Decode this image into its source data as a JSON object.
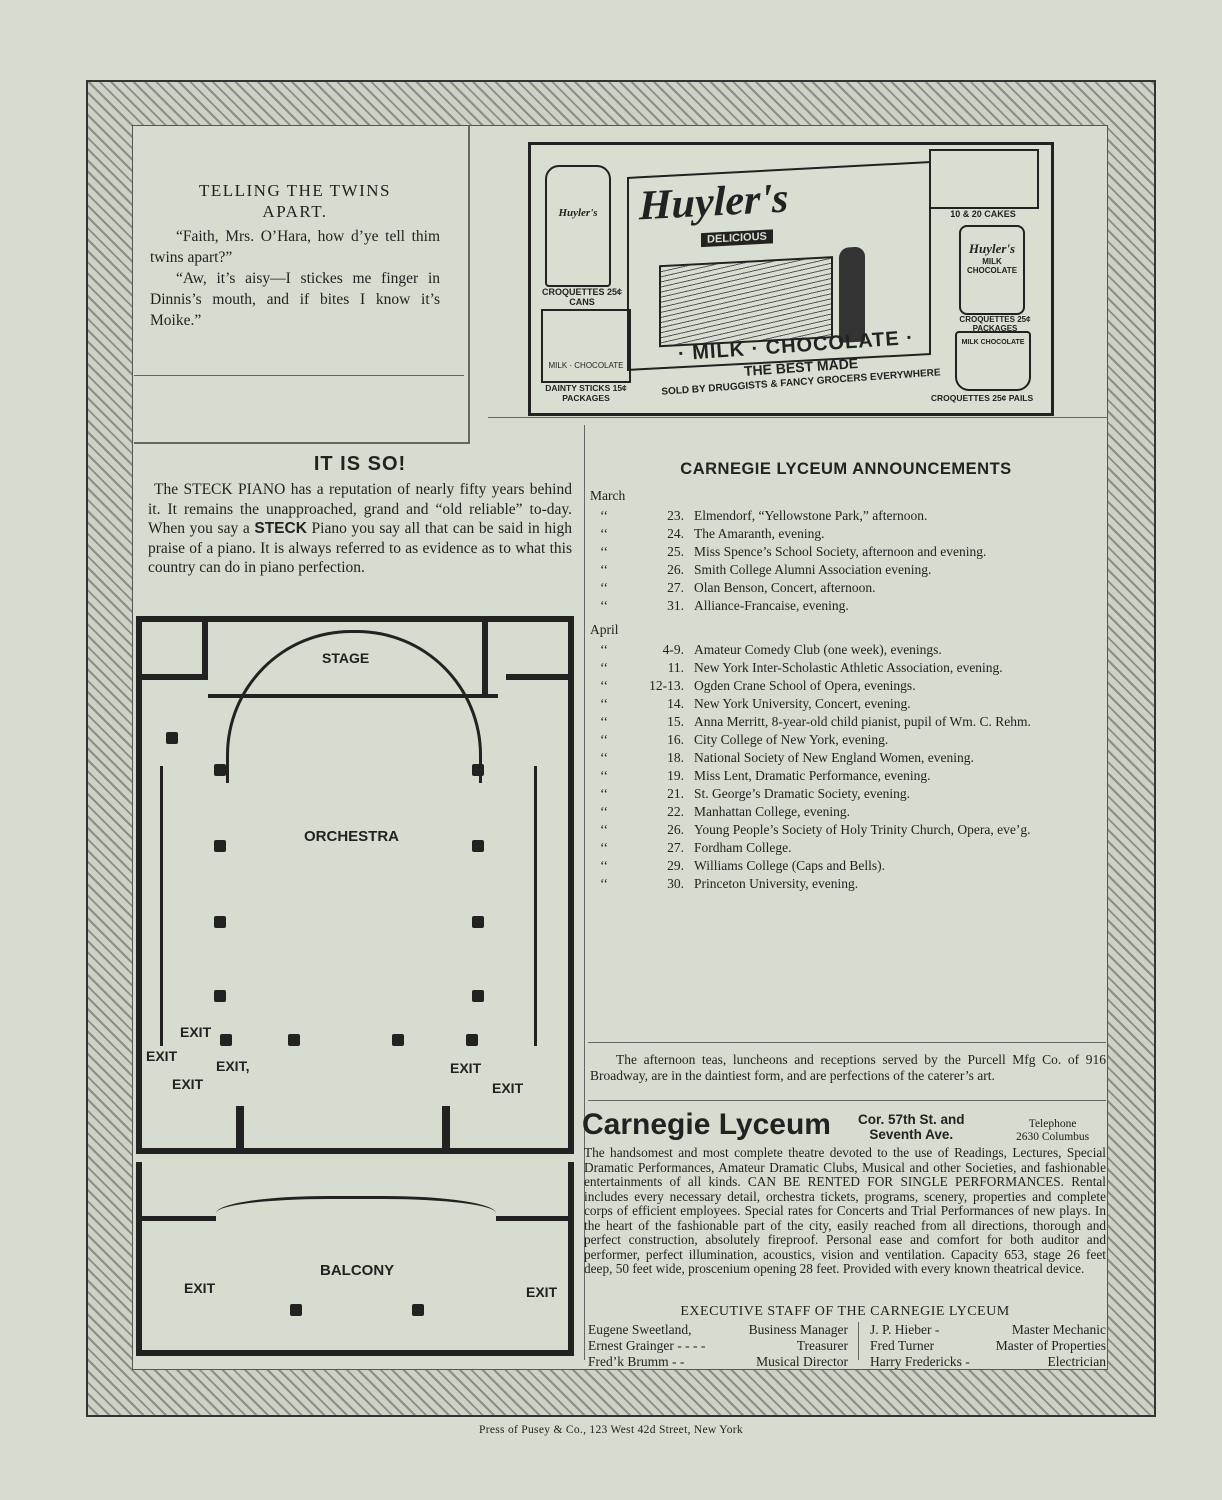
{
  "joke": {
    "title_line1": "TELLING THE TWINS",
    "title_line2": "APART.",
    "para1": "“Faith, Mrs. O’Hara, how d’ye tell thim twins apart?”",
    "para2": "“Aw, it’s aisy—I stickes me finger in Dinnis’s mouth, and if bites I know it’s Moike.”"
  },
  "ad": {
    "brand": "Huyler's",
    "delicious": "DELICIOUS",
    "headline": "· MILK · CHOCOLATE ·",
    "tagline": "THE BEST MADE",
    "sold_by": "SOLD BY DRUGGISTS & FANCY GROCERS EVERYWHERE",
    "can_caption": "CROQUETTES 25¢ CANS",
    "box_label": "MILK · CHOCOLATE",
    "box_caption": "DAINTY STICKS 15¢ PACKAGES",
    "cakes_caption": "10 & 20 CAKES",
    "pkg_brand": "Huyler's",
    "pkg_text": "MILK CHOCOLATE",
    "pkg_caption": "CROQUETTES 25¢ PACKAGES",
    "pail_label": "MILK CHOCOLATE",
    "pail_caption": "CROQUETTES 25¢ PAILS"
  },
  "steck": {
    "heading": "IT IS SO!",
    "body_a": "The STECK PIANO has a reputation of nearly fifty years behind it. It remains the unapproached, grand and “old reliable” to-day. When you say a ",
    "brand": "STECK",
    "body_b": " Piano you say all that can be said in high praise of a piano. It is always referred to as evidence as to what this country can do in piano perfection."
  },
  "plan": {
    "stage": "STAGE",
    "orchestra": "ORCHESTRA",
    "balcony": "BALCONY",
    "exit": "EXIT",
    "exit_alt": "EXIT,"
  },
  "announcements": {
    "title": "CARNEGIE LYCEUM ANNOUNCEMENTS",
    "march_label": "March",
    "april_label": "April",
    "ditto": "‘‘",
    "march": [
      {
        "date": "23.",
        "event": "Elmendorf, “Yellowstone Park,” afternoon."
      },
      {
        "date": "24.",
        "event": "The Amaranth, evening."
      },
      {
        "date": "25.",
        "event": "Miss Spence’s School Society, afternoon and evening."
      },
      {
        "date": "26.",
        "event": "Smith College Alumni Association evening."
      },
      {
        "date": "27.",
        "event": "Olan Benson, Concert, afternoon."
      },
      {
        "date": "31.",
        "event": "Alliance-Francaise, evening."
      }
    ],
    "april": [
      {
        "date": "4-9.",
        "event": "Amateur Comedy Club (one week), evenings."
      },
      {
        "date": "11.",
        "event": "New York Inter-Scholastic Athletic Association, evening."
      },
      {
        "date": "12-13.",
        "event": "Ogden Crane School of Opera, evenings."
      },
      {
        "date": "14.",
        "event": "New York University, Concert, evening."
      },
      {
        "date": "15.",
        "event": "Anna Merritt, 8-year-old child pianist, pupil of Wm. C. Rehm."
      },
      {
        "date": "16.",
        "event": "City College of New York, evening."
      },
      {
        "date": "18.",
        "event": "National Society of New England Women, evening."
      },
      {
        "date": "19.",
        "event": "Miss Lent, Dramatic Performance, evening."
      },
      {
        "date": "21.",
        "event": "St. George’s Dramatic Society, evening."
      },
      {
        "date": "22.",
        "event": "Manhattan College, evening."
      },
      {
        "date": "26.",
        "event": "Young People’s Society of Holy Trinity Church, Opera, eve’g."
      },
      {
        "date": "27.",
        "event": "Fordham College."
      },
      {
        "date": "29.",
        "event": "Williams College (Caps and Bells)."
      },
      {
        "date": "30.",
        "event": "Princeton University, evening."
      }
    ]
  },
  "purcell": "The afternoon teas, luncheons and receptions served by the Purcell Mfg Co. of 916 Broadway, are in the daintiest form, and are perfections of the caterer’s art.",
  "lyceum": {
    "name": "Carnegie Lyceum",
    "address_line1": "Cor. 57th St. and",
    "address_line2": "Seventh Ave.",
    "telephone_label": "Telephone",
    "telephone": "2630 Columbus",
    "description": "The handsomest and most complete theatre devoted to the use of Readings, Lectures, Special Dramatic Performances, Amateur Dramatic Clubs, Musical and other Societies, and fashionable entertainments of all kinds. CAN BE RENTED FOR SINGLE PERFORMANCES. Rental includes every necessary detail, orchestra tickets, programs, scenery, properties and complete corps of efficient employees. Special rates for Concerts and Trial Performances of new plays. In the heart of the fashionable part of the city, easily reached from all directions, thorough and perfect construction, absolutely fireproof. Personal ease and comfort for both auditor and performer, perfect illumination, acoustics, vision and ventilation. Capacity 653, stage 26 feet deep, 50 feet wide, proscenium opening 28 feet. Provided with every known theatrical device.",
    "staff_heading": "EXECUTIVE STAFF OF THE CARNEGIE LYCEUM",
    "staff_left": [
      {
        "name": "Eugene Sweetland,",
        "role": "Business Manager"
      },
      {
        "name": "Ernest Grainger - - - -",
        "role": "Treasurer"
      },
      {
        "name": "Fred’k Brumm - -",
        "role": "Musical Director"
      }
    ],
    "staff_right": [
      {
        "name": "J. P. Hieber -",
        "role": "Master Mechanic"
      },
      {
        "name": "Fred Turner",
        "role": "Master of Properties"
      },
      {
        "name": "Harry Fredericks -",
        "role": "Electrician"
      }
    ]
  },
  "footer": "Press of Pusey & Co., 123 West 42d Street, New York"
}
